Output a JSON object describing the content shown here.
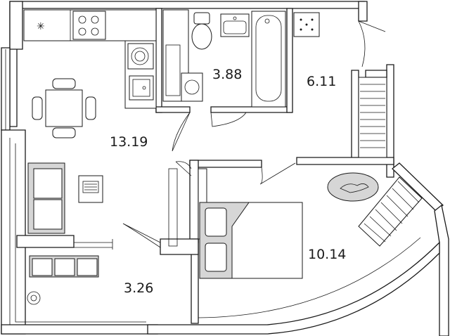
{
  "rooms": {
    "kitchen_living": {
      "area": "13.19"
    },
    "bathroom": {
      "area": "3.88"
    },
    "hall": {
      "area": "6.11"
    },
    "bedroom": {
      "area": "10.14"
    },
    "entrance": {
      "area": "3.26"
    }
  },
  "icons": {
    "fan": "fan-icon",
    "robot_vacuum": "robot-vacuum-icon"
  }
}
